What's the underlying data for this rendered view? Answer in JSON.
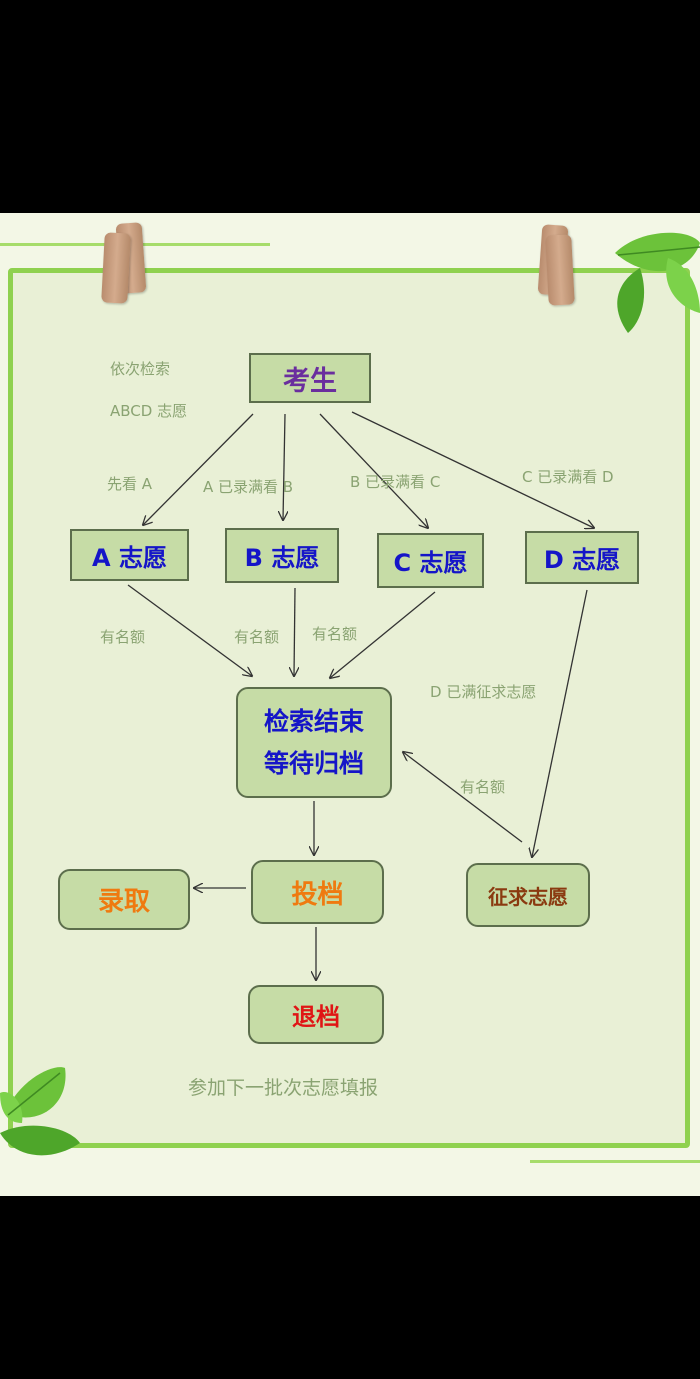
{
  "nodes": {
    "examinee": "考生",
    "a": "A 志愿",
    "b": "B 志愿",
    "c": "C 志愿",
    "d": "D 志愿",
    "search_end_1": "检索结束",
    "search_end_2": "等待归档",
    "submit": "投档",
    "admit": "录取",
    "reject": "退档",
    "solicit": "征求志愿"
  },
  "labels": {
    "order_1": "依次检索",
    "order_2": "ABCD 志愿",
    "see_a": "先看 A",
    "a_full": "A 已录满看 B",
    "b_full": "B 已录满看 C",
    "c_full": "C 已录满看 D",
    "quota_a": "有名额",
    "quota_b": "有名额",
    "quota_c": "有名额",
    "d_full": "D 已满征求志愿",
    "quota_solicit": "有名额"
  },
  "footer": "参加下一批次志愿填报",
  "colors": {
    "frame": "#8fd14f",
    "node_fill": "#c6dca6",
    "blue_text": "#1515c8",
    "orange_text": "#ef7a10",
    "red_text": "#e01515",
    "label_text": "#8aa372"
  }
}
